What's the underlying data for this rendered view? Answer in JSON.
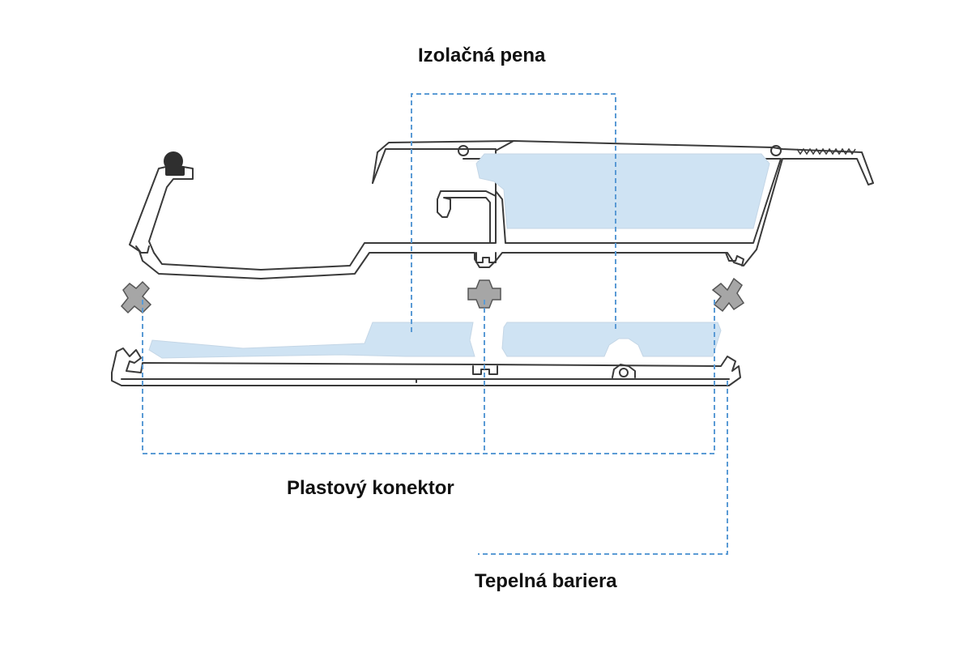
{
  "labels": {
    "insulation_foam": "Izolačná pena",
    "plastic_connector": "Plastový konektor",
    "thermal_barrier": "Tepelná bariera"
  },
  "colors": {
    "profile_stroke": "#3a3a3a",
    "foam_fill": "#cfe3f3",
    "connector_fill": "#a6a6a6",
    "gasket_fill": "#2f2f2f",
    "leader_line": "#5b9bd5",
    "label_text": "#111111"
  }
}
